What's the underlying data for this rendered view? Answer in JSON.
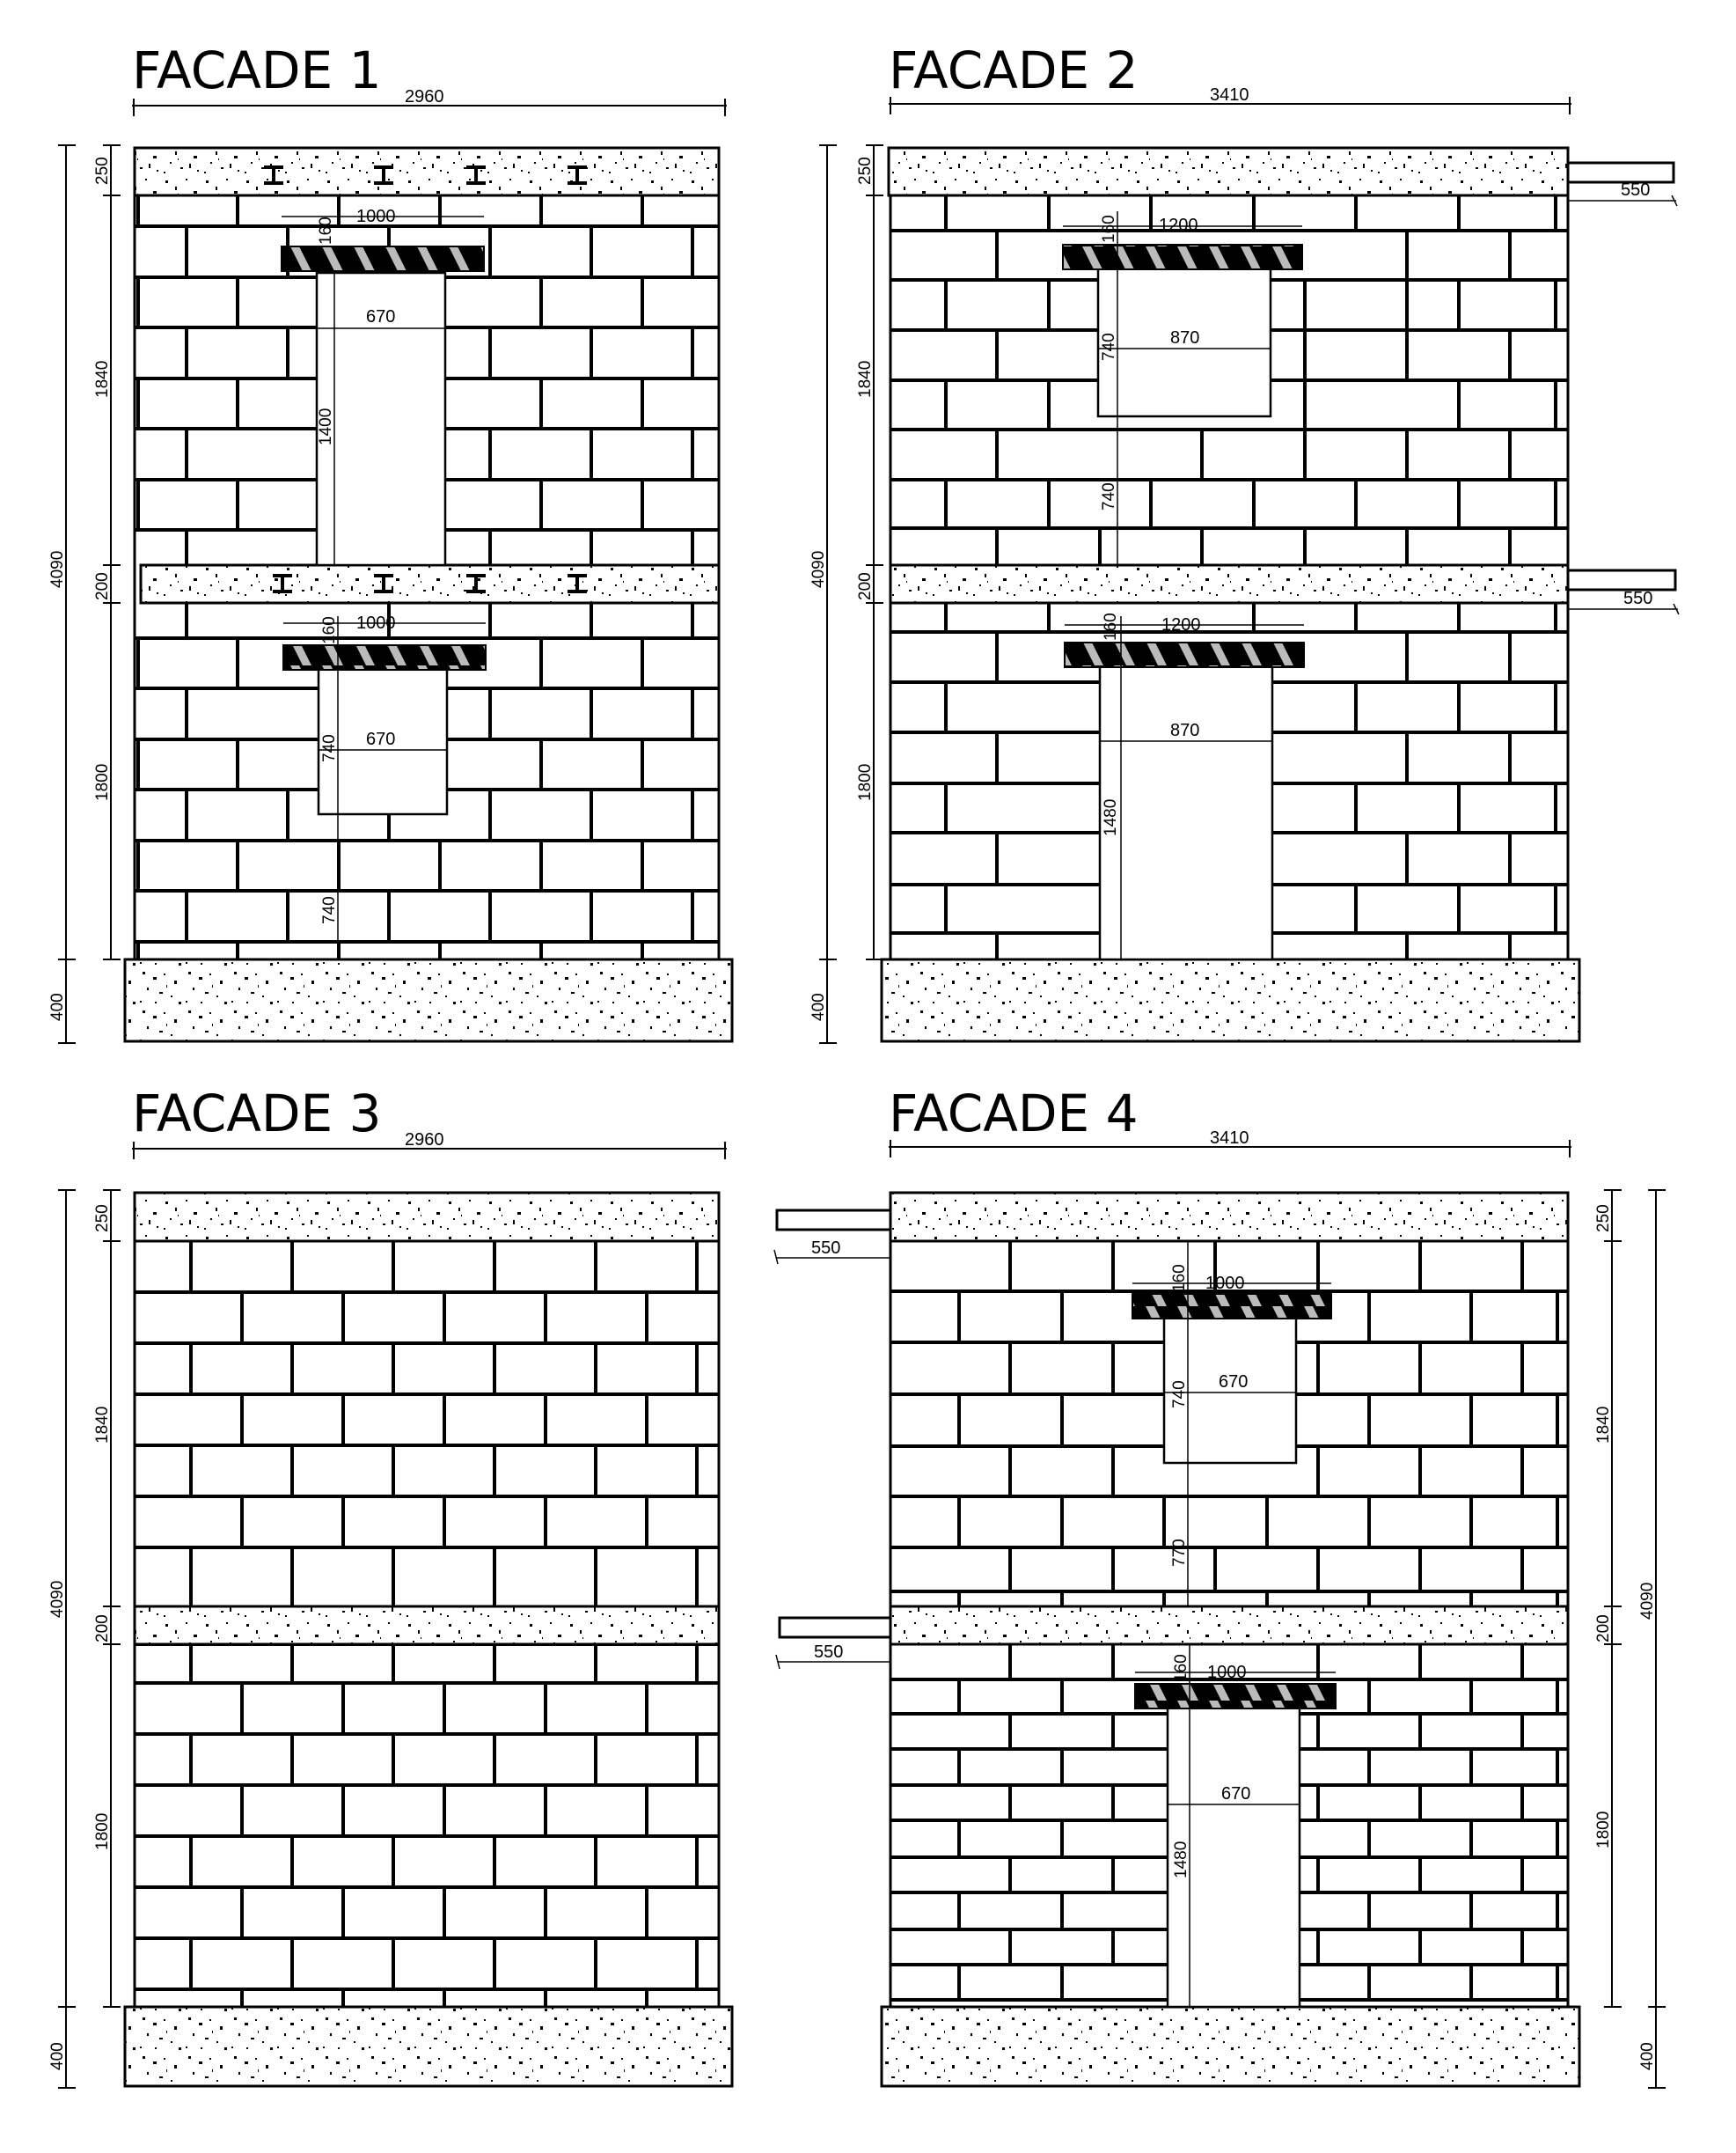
{
  "drawing": {
    "background": "#ffffff",
    "line_color": "#000000",
    "units": "mm"
  },
  "facades": [
    {
      "title": "FACADE 1",
      "width_dim": "2960",
      "left_dims": {
        "total": "4090",
        "top_slab": "250",
        "upper_wall": "1840",
        "mid_slab": "200",
        "lower_wall": "1800",
        "foundation": "400"
      },
      "upper_opening": {
        "lintel_width": "1000",
        "lintel_height": "160",
        "opening_width": "670",
        "opening_height": "1400",
        "beams": 4
      },
      "lower_opening": {
        "lintel_width": "1000",
        "lintel_height": "160",
        "opening_width": "670",
        "opening_height": "740",
        "sill_height": "740",
        "beams": 4
      }
    },
    {
      "title": "FACADE 2",
      "width_dim": "3410",
      "left_dims": {
        "total": "4090",
        "top_slab": "250",
        "upper_wall": "1840",
        "mid_slab": "200",
        "lower_wall": "1800",
        "foundation": "400"
      },
      "upper_opening": {
        "lintel_width": "1200",
        "lintel_height": "160",
        "opening_width": "870",
        "opening_height": "740",
        "sill_height": "740"
      },
      "lower_opening": {
        "lintel_width": "1200",
        "lintel_height": "160",
        "opening_width": "870",
        "opening_height": "1480"
      },
      "cantilevers": [
        {
          "label": "550",
          "side": "right"
        },
        {
          "label": "550",
          "side": "right"
        }
      ]
    },
    {
      "title": "FACADE 3",
      "width_dim": "2960",
      "left_dims": {
        "total": "4090",
        "top_slab": "250",
        "upper_wall": "1840",
        "mid_slab": "200",
        "lower_wall": "1800",
        "foundation": "400"
      }
    },
    {
      "title": "FACADE 4",
      "width_dim": "3410",
      "right_dims": {
        "total": "4090",
        "top_slab": "250",
        "upper_wall": "1840",
        "mid_slab": "200",
        "lower_wall": "1800",
        "foundation": "400"
      },
      "upper_opening": {
        "lintel_width": "1000",
        "lintel_height": "160",
        "opening_width": "670",
        "opening_height": "740",
        "sill_height": "770"
      },
      "lower_opening": {
        "lintel_width": "1000",
        "lintel_height": "160",
        "opening_width": "670",
        "opening_height": "1480"
      },
      "cantilevers": [
        {
          "label": "550",
          "side": "left"
        },
        {
          "label": "550",
          "side": "left"
        }
      ]
    }
  ]
}
